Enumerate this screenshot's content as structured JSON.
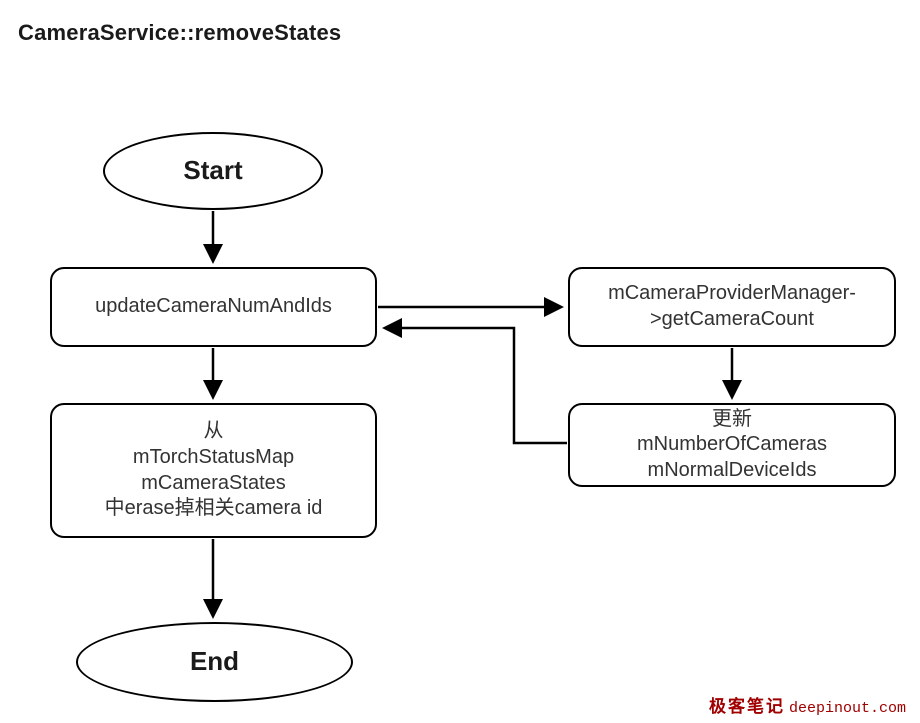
{
  "page": {
    "title": "CameraService::removeStates",
    "background": "#ffffff"
  },
  "colors": {
    "node_stroke": "#000000",
    "node_fill": "#ffffff",
    "node_text": "#333333",
    "title_text": "#1a1a1a",
    "edge_stroke": "#000000",
    "watermark": "#a00000"
  },
  "flowchart": {
    "nodes": {
      "start": {
        "id": "start",
        "shape": "ellipse",
        "label": "Start"
      },
      "update_num": {
        "id": "update_num",
        "shape": "rounded-rect",
        "label": "updateCameraNumAndIds"
      },
      "get_count": {
        "id": "get_count",
        "shape": "rounded-rect",
        "lines": [
          "mCameraProviderManager-",
          ">getCameraCount"
        ]
      },
      "update_members": {
        "id": "update_members",
        "shape": "rounded-rect",
        "lines": [
          "更新",
          "mNumberOfCameras",
          "mNormalDeviceIds"
        ]
      },
      "erase_states": {
        "id": "erase_states",
        "shape": "rounded-rect",
        "lines": [
          "从",
          "mTorchStatusMap",
          "mCameraStates",
          "中erase掉相关camera id"
        ]
      },
      "end": {
        "id": "end",
        "shape": "ellipse",
        "label": "End"
      }
    },
    "edges": [
      {
        "from": "start",
        "to": "update_num",
        "style": "arrow-down"
      },
      {
        "from": "update_num",
        "to": "get_count",
        "style": "arrow-right"
      },
      {
        "from": "get_count",
        "to": "update_members",
        "style": "arrow-down"
      },
      {
        "from": "update_members",
        "to": "update_num",
        "style": "arrow-left-elbow"
      },
      {
        "from": "update_num",
        "to": "erase_states",
        "style": "arrow-down"
      },
      {
        "from": "erase_states",
        "to": "end",
        "style": "arrow-down"
      }
    ]
  },
  "watermark": {
    "cn": "极客笔记",
    "site": "deepinout.com"
  }
}
